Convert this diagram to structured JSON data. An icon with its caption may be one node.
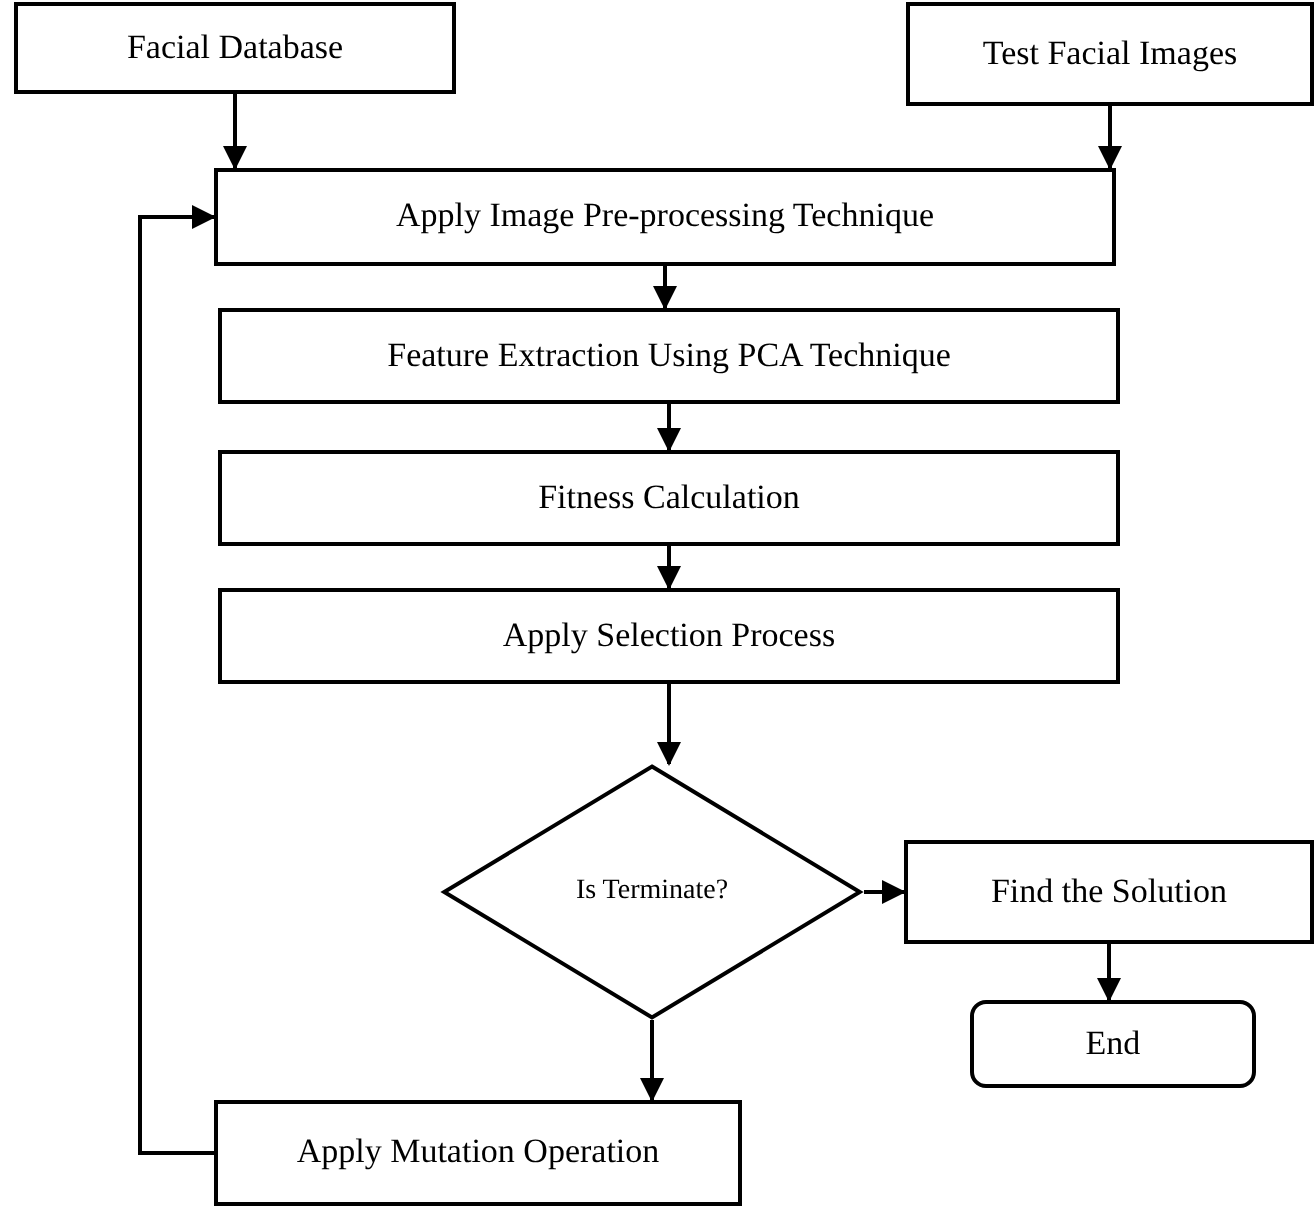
{
  "diagram": {
    "nodes": [
      {
        "text": [
          "Facial Database"
        ]
      },
      {
        "text": [
          "Test Facial Images"
        ]
      },
      {
        "text": [
          "Apply Image Pre-processing Technique"
        ]
      },
      {
        "text": [
          "Feature Extraction Using PCA Technique"
        ]
      },
      {
        "text": [
          "Fitness Calculation"
        ]
      },
      {
        "text": [
          "Apply Selection Process"
        ]
      },
      {
        "text": [
          "Is Terminate?"
        ]
      },
      {
        "text": [
          "Find the Solution"
        ]
      },
      {
        "text": [
          "End"
        ]
      },
      {
        "text": [
          "Apply Mutation Operation"
        ]
      }
    ],
    "edges": [
      {
        "from": 0,
        "to": 2,
        "arrow": "to"
      },
      {
        "from": 1,
        "to": 2,
        "arrow": "to"
      },
      {
        "from": 2,
        "to": 3,
        "arrow": "to"
      },
      {
        "from": 3,
        "to": 4,
        "arrow": "to"
      },
      {
        "from": 4,
        "to": 5,
        "arrow": "to"
      },
      {
        "from": 5,
        "to": 6,
        "arrow": "to"
      },
      {
        "from": 6,
        "to": 7,
        "arrow": "to"
      },
      {
        "from": 7,
        "to": 8,
        "arrow": "to"
      },
      {
        "from": 6,
        "to": 9,
        "arrow": "to"
      },
      {
        "from": 9,
        "to": 2,
        "arrow": "to"
      }
    ]
  }
}
